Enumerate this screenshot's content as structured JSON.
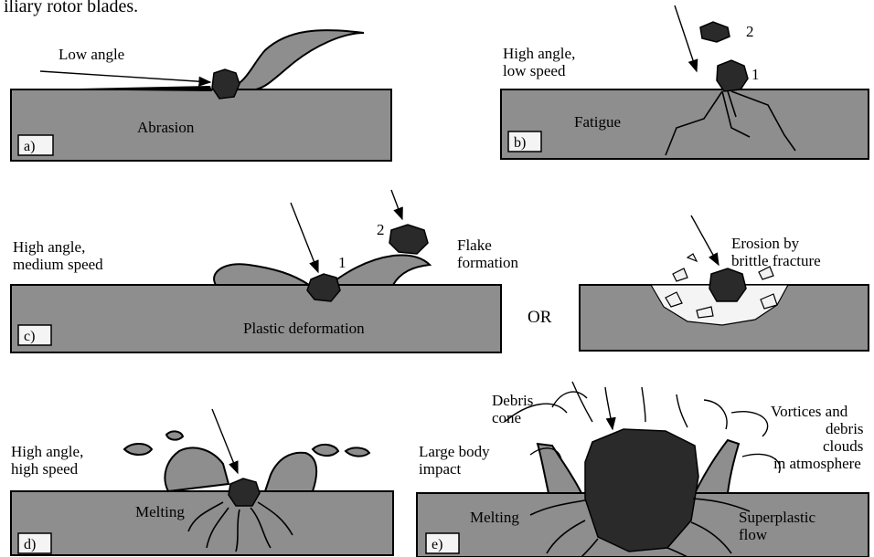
{
  "caption_fragment": "iliary rotor blades.",
  "panels": {
    "a": {
      "tag": "a)",
      "inside": "Abrasion",
      "labels": [
        "Low angle"
      ]
    },
    "b": {
      "tag": "b)",
      "inside": "Fatigue",
      "labels": [
        "High angle,",
        "low speed"
      ],
      "markers": [
        "1",
        "2"
      ]
    },
    "c": {
      "tag": "c)",
      "inside": "Plastic deformation",
      "labels": [
        "High angle,",
        "medium speed",
        "Flake",
        "formation"
      ],
      "markers": [
        "1",
        "2"
      ]
    },
    "c_alt": {
      "labels": [
        "Erosion by",
        "brittle fracture"
      ]
    },
    "or_text": "OR",
    "d": {
      "tag": "d)",
      "inside": "Melting",
      "labels": [
        "High angle,",
        "high speed"
      ]
    },
    "e": {
      "tag": "e)",
      "inside_left": "Melting",
      "inside_right": [
        "Superplastic",
        "flow"
      ],
      "labels": [
        "Debris",
        "cone",
        "Large body",
        "impact",
        "Vortices and",
        "debris",
        "clouds",
        "in atmosphere"
      ]
    }
  }
}
